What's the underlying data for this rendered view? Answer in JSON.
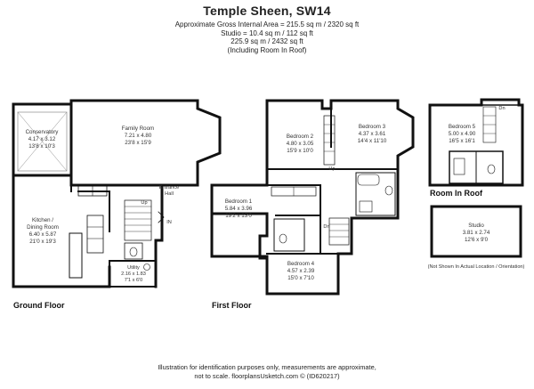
{
  "header": {
    "title": "Temple Sheen, SW14",
    "area_lines": [
      "Approximate Gross Internal Area = 215.5 sq m / 2320 sq ft",
      "Studio = 10.4 sq m / 112 sq ft",
      "225.9 sq m / 2432 sq ft",
      "(Including Room In Roof)"
    ]
  },
  "floors": {
    "ground": "Ground Floor",
    "first": "First Floor",
    "roof": "Room In Roof"
  },
  "rooms": {
    "conservatory": {
      "name": "Conservatory",
      "metric": "4.17 x 3.12",
      "imperial": "13'8 x 10'3"
    },
    "family": {
      "name": "Family Room",
      "metric": "7.21 x 4.80",
      "imperial": "23'8 x 15'9"
    },
    "entrance": {
      "name1": "Entrance",
      "name2": "Hall"
    },
    "kitchen": {
      "name1": "Kitchen /",
      "name2": "Dining Room",
      "metric": "6.40 x 5.87",
      "imperial": "21'0 x 19'3"
    },
    "utility": {
      "name": "Utility",
      "metric": "2.16 x 1.83",
      "imperial": "7'1 x 6'0"
    },
    "bed1": {
      "name": "Bedroom 1",
      "metric": "5.84 x 3.96",
      "imperial": "19'2 x 13'0"
    },
    "bed2": {
      "name": "Bedroom 2",
      "metric": "4.80 x 3.05",
      "imperial": "15'9 x 10'0"
    },
    "bed3": {
      "name": "Bedroom 3",
      "metric": "4.37 x 3.61",
      "imperial": "14'4 x 11'10"
    },
    "bed4": {
      "name": "Bedroom 4",
      "metric": "4.57 x 2.39",
      "imperial": "15'0 x 7'10"
    },
    "bed5": {
      "name": "Bedroom 5",
      "metric": "5.00 x 4.90",
      "imperial": "16'5 x 16'1"
    },
    "studio": {
      "name": "Studio",
      "metric": "3.81 x 2.74",
      "imperial": "12'6 x 9'0"
    }
  },
  "labels": {
    "up": "Up",
    "dn": "Dn",
    "in": "IN",
    "studio_note": "(Not Shown In Actual Location / Orientation)"
  },
  "footer": {
    "line1": "Illustration for identification purposes only, measurements are approximate,",
    "line2": "not to scale. floorplansUsketch.com © (ID620217)"
  }
}
